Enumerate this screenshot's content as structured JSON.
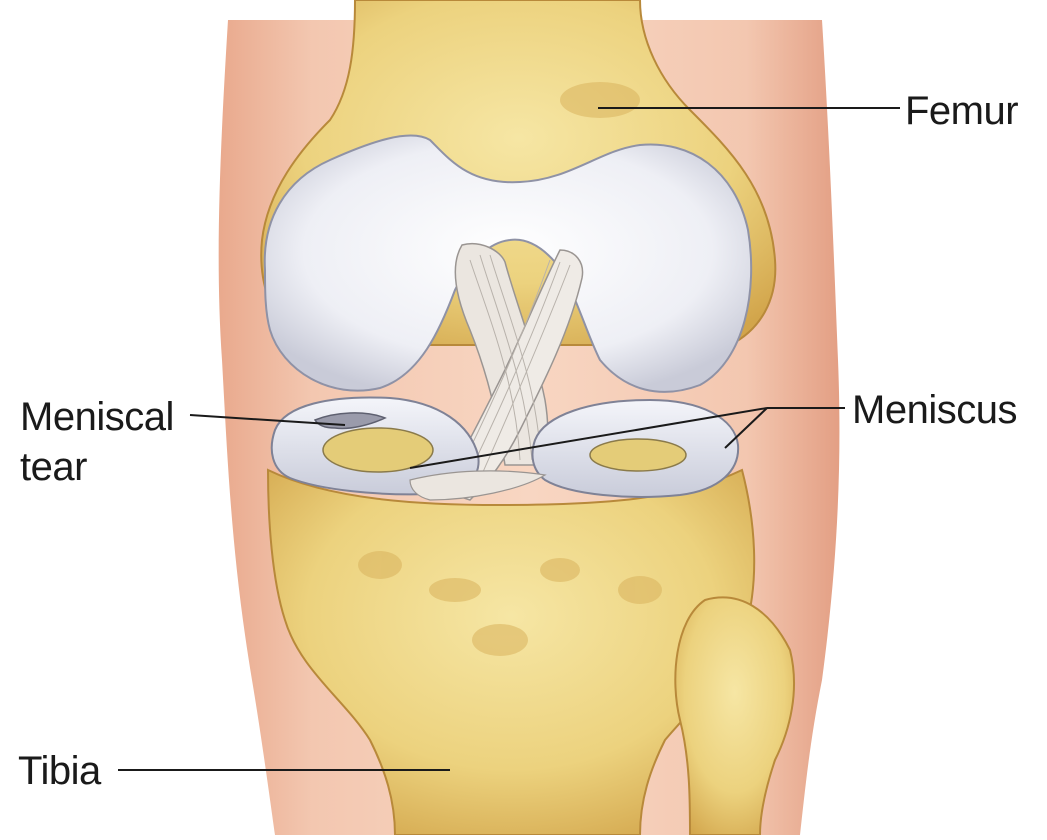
{
  "labels": {
    "femur": "Femur",
    "meniscus": "Meniscus",
    "meniscal_tear_line1": "Meniscal",
    "meniscal_tear_line2": "tear",
    "tibia": "Tibia"
  },
  "colors": {
    "bone": "#ecd58a",
    "bone_dark": "#c79a3c",
    "skin": "#ebb79c",
    "cartilage": "#e8e9f0",
    "ligament": "#e9e6e3",
    "leader_line": "#1a1a1a"
  }
}
